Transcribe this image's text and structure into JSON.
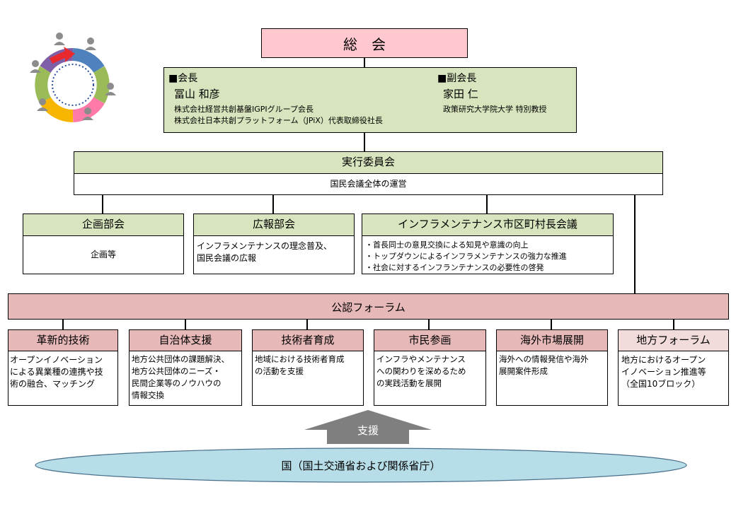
{
  "general_assembly": {
    "label": "総　会"
  },
  "officers": {
    "chair": {
      "role": "■会長",
      "name": "冨山 和彦",
      "affiliations": [
        "株式会社経営共創基盤IGPIグループ会長",
        "株式会社日本共創プラットフォーム（JPiX）代表取締役社長"
      ]
    },
    "vice_chair": {
      "role": "■副会長",
      "name": "家田 仁",
      "affiliation": "政策研究大学院大学 特別教授"
    }
  },
  "executive_committee": {
    "title": "実行委員会",
    "description": "国民会議全体の運営"
  },
  "subcommittees": [
    {
      "title": "企画部会",
      "description": [
        "企画等"
      ]
    },
    {
      "title": "広報部会",
      "description": [
        "インフラメンテナンスの理念普及、",
        "国民会議の広報"
      ]
    },
    {
      "title": "インフラメンテナンス市区町村長会議",
      "description": [
        "・首長同士の意見交換による知見や意識の向上",
        "・トップダウンによるインフラメンテナンスの強力な推進",
        "・社会に対するインフランテナンスの必要性の啓発"
      ]
    }
  ],
  "forum": {
    "title": "公認フォーラム"
  },
  "forums": [
    {
      "title": "革新的技術",
      "description": [
        "オープンイノベーション",
        "による異業種の連携や技",
        "術の融合、マッチング"
      ]
    },
    {
      "title": "自治体支援",
      "description": [
        "地方公共団体の課題解決、",
        "地方公共団体のニーズ・",
        "民間企業等のノウハウの",
        "情報交換"
      ]
    },
    {
      "title": "技術者育成",
      "description": [
        "地域における技術者育成",
        "の活動を支援"
      ]
    },
    {
      "title": "市民参画",
      "description": [
        "インフラやメンテナンス",
        "への関わりを深めるため",
        "の実践活動を展開"
      ]
    },
    {
      "title": "海外市場展開",
      "description": [
        "海外への情報発信や海外",
        "展開案件形成"
      ]
    },
    {
      "title": "地方フォーラム",
      "description": [
        "地方におけるオープン",
        "イノベーション推進等",
        "（全国10ブロック）"
      ]
    }
  ],
  "support": {
    "label": "支援"
  },
  "government": {
    "label": "国（国土交通省および関係省庁）"
  },
  "colors": {
    "green": "#d7e4bd",
    "pink": "#e6b8b7",
    "rose": "#ffc7ce",
    "arrow": "#7f7f7f",
    "ellipse": "#b7dee8"
  },
  "logo": {
    "icon": "people-circle-logo-icon"
  }
}
